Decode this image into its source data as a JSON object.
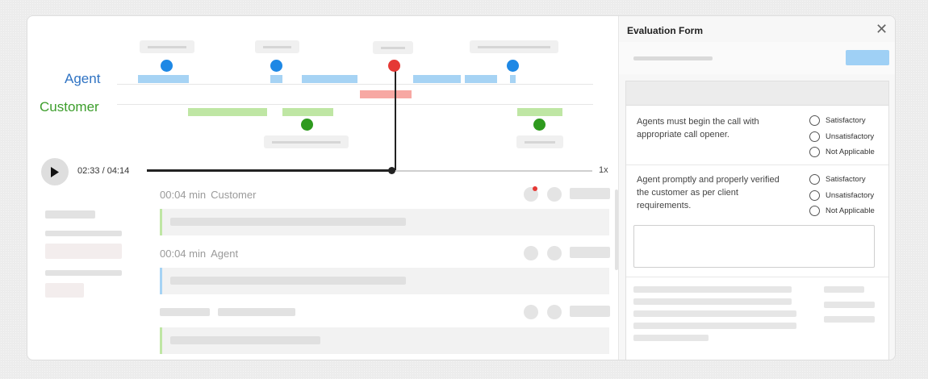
{
  "timeline": {
    "agent_label": "Agent",
    "customer_label": "Customer"
  },
  "player": {
    "time": "02:33 / 04:14",
    "speed": "1x",
    "progress": 0.55,
    "play_icon": "play-icon"
  },
  "transcript": {
    "entries": [
      {
        "duration": "00:04 min",
        "speaker": "Customer",
        "color": "#bfe6a4"
      },
      {
        "duration": "00:04 min",
        "speaker": "Agent",
        "color": "#a6d3f4"
      },
      {
        "duration": "",
        "speaker": "",
        "color": "#bfe6a4"
      }
    ]
  },
  "panel": {
    "title": "Evaluation Form",
    "close_icon": "close-icon",
    "questions": [
      {
        "text": "Agents must begin the call with appropriate call opener.",
        "options": [
          "Satisfactory",
          "Unsatisfactory",
          "Not Applicable"
        ]
      },
      {
        "text": "Agent promptly and properly verified the customer as per client requirements.",
        "options": [
          "Satisfactory",
          "Unsatisfactory",
          "Not Applicable"
        ]
      }
    ]
  },
  "colors": {
    "agent": "#2f73c3",
    "customer": "#3d9e2c",
    "agent_segment": "#a6d3f4",
    "customer_segment": "#bfe6a4",
    "overlap_segment": "#f7a8a3",
    "accent_button": "#9fd0f5"
  }
}
